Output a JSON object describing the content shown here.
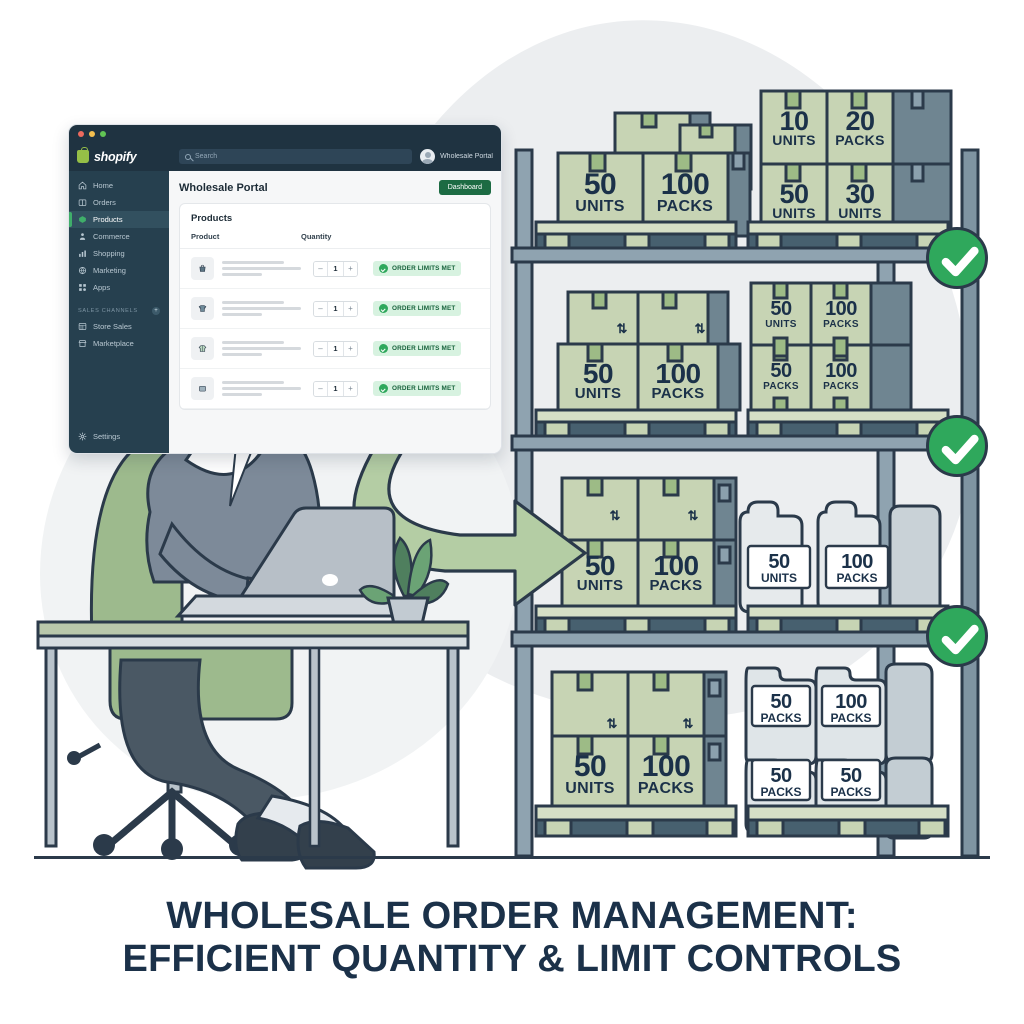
{
  "caption": {
    "line1": "WHOLESALE ORDER MANAGEMENT:",
    "line2": "EFFICIENT QUANTITY & LIMIT CONTROLS"
  },
  "colors": {
    "accent_green": "#2fa85c",
    "brand_green": "#95bf47",
    "sidebar_dark": "#26404f",
    "box_green": "#c7d4b4",
    "box_side": "#6f8591",
    "ink": "#1b3149",
    "badge_bg": "#d7f2e0"
  },
  "app_window": {
    "traffic_lights": [
      "close",
      "minimize",
      "maximize"
    ],
    "brand": "shopify",
    "search": {
      "placeholder": "Search"
    },
    "user": {
      "name": "Wholesale Portal"
    },
    "sidebar": {
      "items": [
        {
          "label": "Home",
          "icon": "home-icon",
          "active": false
        },
        {
          "label": "Orders",
          "icon": "orders-icon",
          "active": false
        },
        {
          "label": "Products",
          "icon": "products-icon",
          "active": true
        },
        {
          "label": "Commerce",
          "icon": "customer-icon",
          "active": false
        },
        {
          "label": "Shopping",
          "icon": "analytics-icon",
          "active": false
        },
        {
          "label": "Marketing",
          "icon": "marketing-icon",
          "active": false
        },
        {
          "label": "Apps",
          "icon": "apps-icon",
          "active": false
        }
      ],
      "section": {
        "label": "SALES CHANNELS",
        "add_label": "+"
      },
      "channels": [
        {
          "label": "Store Sales",
          "icon": "online-store-icon"
        },
        {
          "label": "Marketplace",
          "icon": "marketplace-icon"
        }
      ],
      "settings": {
        "label": "Settings",
        "icon": "gear-icon"
      }
    },
    "page": {
      "title": "Wholesale Portal",
      "primary_button": "Dashboard",
      "card_title": "Products",
      "columns": {
        "product": "Product",
        "quantity": "Quantity"
      },
      "rows": [
        {
          "icon": "bag-icon",
          "qty": "1",
          "status": "ORDER LIMITS MET"
        },
        {
          "icon": "tshirt-icon",
          "qty": "1",
          "status": "ORDER LIMITS MET"
        },
        {
          "icon": "sweater-icon",
          "qty": "1",
          "status": "ORDER LIMITS MET"
        },
        {
          "icon": "product-icon",
          "qty": "1",
          "status": "ORDER LIMITS MET"
        }
      ],
      "stepper": {
        "decrement": "–",
        "increment": "+"
      }
    }
  },
  "warehouse": {
    "flow_arrow": "curved-arrow-right",
    "check_marks": [
      {
        "id": "shelf-1-check",
        "state": "approved"
      },
      {
        "id": "shelf-2-check",
        "state": "approved"
      },
      {
        "id": "shelf-3-check",
        "state": "approved"
      }
    ],
    "shelves": [
      {
        "id": "shelf-1",
        "boxes": [
          {
            "qty": "50",
            "unit": "UNITS"
          },
          {
            "qty": "100",
            "unit": "PACKS"
          },
          {
            "qty": "10",
            "unit": "UNITS"
          },
          {
            "qty": "20",
            "unit": "PACKS"
          },
          {
            "qty": "50",
            "unit": "UNITS"
          },
          {
            "qty": "30",
            "unit": "UNITS"
          }
        ]
      },
      {
        "id": "shelf-2",
        "boxes": [
          {
            "qty": "50",
            "unit": "UNITS"
          },
          {
            "qty": "100",
            "unit": "PACKS"
          },
          {
            "qty": "50",
            "unit": "UNITS"
          },
          {
            "qty": "100",
            "unit": "PACKS"
          },
          {
            "qty": "50",
            "unit": "PACKS"
          },
          {
            "qty": "100",
            "unit": "PACKS"
          }
        ]
      },
      {
        "id": "shelf-3",
        "boxes": [
          {
            "qty": "50",
            "unit": "UNITS"
          },
          {
            "qty": "100",
            "unit": "PACKS"
          }
        ],
        "containers": [
          {
            "qty": "50",
            "unit": "UNITS"
          },
          {
            "qty": "100",
            "unit": "PACKS"
          }
        ]
      },
      {
        "id": "shelf-4",
        "boxes": [
          {
            "qty": "50",
            "unit": "UNITS"
          },
          {
            "qty": "100",
            "unit": "PACKS"
          }
        ],
        "containers": [
          {
            "qty": "50",
            "unit": "PACKS"
          },
          {
            "qty": "100",
            "unit": "PACKS"
          },
          {
            "qty": "50",
            "unit": "PACKS"
          },
          {
            "qty": "50",
            "unit": "PACKS"
          }
        ]
      }
    ]
  },
  "scene": {
    "person": "office-worker-at-laptop",
    "desk_items": [
      "laptop",
      "potted-plant"
    ],
    "chair": "office-chair"
  }
}
